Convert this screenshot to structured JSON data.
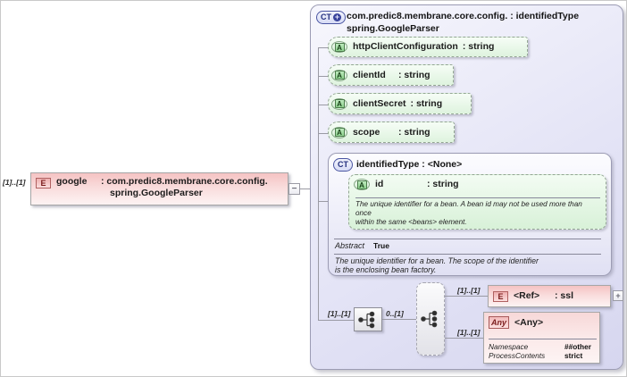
{
  "element": {
    "cardinality": "[1]..[1]",
    "badge": "E",
    "name": "google",
    "type_line1": ": com.predic8.membrane.core.config.",
    "type_line2": "spring.GoogleParser"
  },
  "connectors": {
    "collapse_glyph": "−",
    "expand_glyph": "+"
  },
  "complex_type": {
    "badge": "CT",
    "badge_plus": "+",
    "title_line1": "com.predic8.membrane.core.config. : identifiedType",
    "title_line2": "spring.GoogleParser"
  },
  "attributes": [
    {
      "badge": "A",
      "name": "httpClientConfiguration",
      "type": ": string"
    },
    {
      "badge": "A",
      "name": "clientId",
      "type": ": string"
    },
    {
      "badge": "A",
      "name": "clientSecret",
      "type": ": string"
    },
    {
      "badge": "A",
      "name": "scope",
      "type": ": string"
    }
  ],
  "base_type": {
    "badge": "CT",
    "title": "identifiedType : <None>",
    "id_attribute": {
      "badge": "A",
      "name": "id",
      "type": ": string",
      "doc_lines": [
        "The unique identifier for a bean. A bean id may not be used more than",
        "once",
        "within the same <beans> element."
      ]
    },
    "abstract_label": "Abstract",
    "abstract_value": "True",
    "doc_lines": [
      "The unique identifier for a bean. The scope of the identifier",
      "is the enclosing bean factory."
    ]
  },
  "content_model": {
    "sequence_cardinality": "[1]..[1]",
    "choice_cardinality": "0..[1]",
    "ref": {
      "cardinality": "[1]..[1]",
      "badge": "E",
      "name": "<Ref>",
      "type": ": ssl"
    },
    "any": {
      "cardinality": "[1]..[1]",
      "badge": "Any",
      "name": "<Any>",
      "properties": [
        {
          "label": "Namespace",
          "value": "##other"
        },
        {
          "label": "ProcessContents",
          "value": "strict"
        }
      ]
    }
  },
  "colors": {
    "element_pink": "#f5c3c3",
    "attribute_green": "#def3de",
    "container_lavender": "#dcdcf3",
    "badge_red": "#7a1d1d",
    "badge_blue": "#232f7e",
    "line_gray": "#9a9aa4"
  }
}
